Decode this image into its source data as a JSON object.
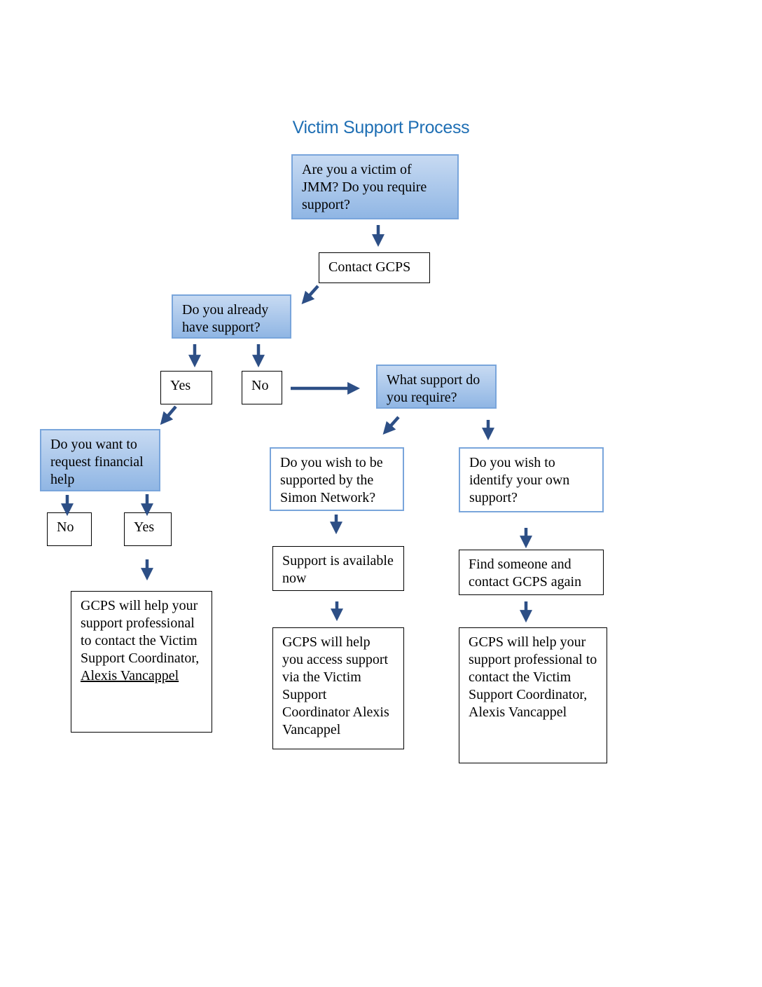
{
  "title": "Victim Support Process",
  "nodes": {
    "q_victim": "Are you a victim of JMM? Do you require support?",
    "contact_gcps": "Contact GCPS",
    "q_already_support": "Do you already have support?",
    "yes_1": "Yes",
    "no_1": "No",
    "q_what_support": "What support do you require?",
    "q_financial": "Do you want to request financial help",
    "no_2": "No",
    "yes_2": "Yes",
    "q_simon": "Do you wish to be supported by the Simon Network?",
    "q_own_support": "Do you wish to identify your own support?",
    "support_available": "Support is available now",
    "find_someone": "Find someone and contact GCPS again",
    "gcps_help_left_text": "GCPS will help your support professional to contact the Victim Support Coordinator, ",
    "gcps_help_left_name": "Alexis Vancappel",
    "gcps_help_middle": "GCPS will help you access support via the Victim Support Coordinator Alexis Vancappel",
    "gcps_help_right": "GCPS will help your support professional to contact the Victim Support Coordinator, Alexis Vancappel"
  },
  "colors": {
    "title": "#1f6fb4",
    "box_fill_light": "#c7daf2",
    "box_fill_dark": "#90b6e4",
    "box_border": "#79a5db",
    "arrow": "#2d4f86"
  }
}
